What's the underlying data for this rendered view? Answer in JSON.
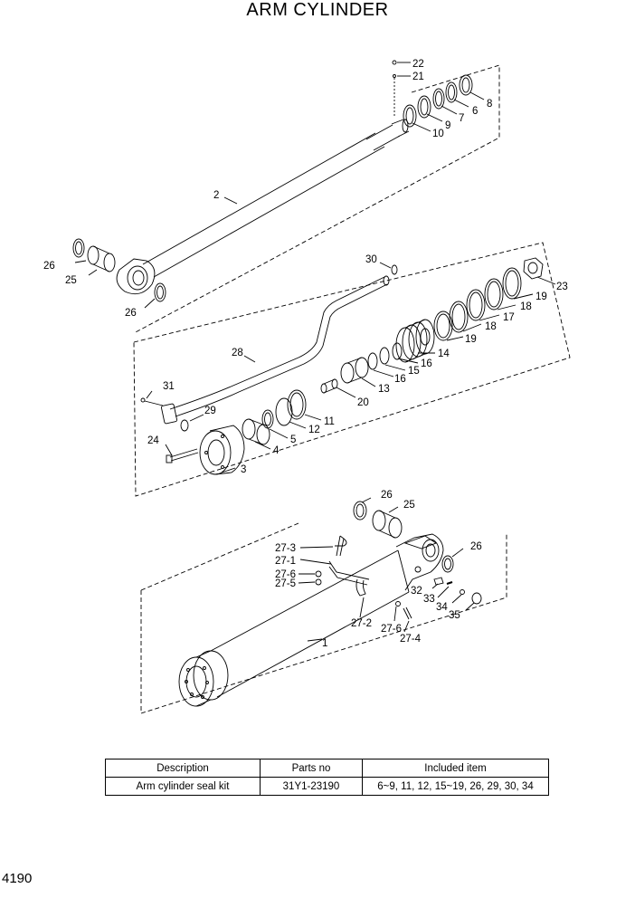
{
  "title": "ARM CYLINDER",
  "page_number": "4190",
  "callouts": {
    "c22": "22",
    "c21": "21",
    "c8": "8",
    "c6": "6",
    "c7": "7",
    "c9": "9",
    "c10": "10",
    "c2": "2",
    "c26a": "26",
    "c25a": "25",
    "c26b": "26",
    "c30": "30",
    "c23": "23",
    "c19a": "19",
    "c18a": "18",
    "c17": "17",
    "c19b": "19",
    "c18b": "18",
    "c14": "14",
    "c16a": "16",
    "c15": "15",
    "c16b": "16",
    "c13": "13",
    "c20": "20",
    "c11": "11",
    "c12": "12",
    "c5": "5",
    "c4": "4",
    "c3": "3",
    "c28": "28",
    "c31": "31",
    "c29": "29",
    "c24": "24",
    "c26c": "26",
    "c25b": "25",
    "c26d": "26",
    "c27_3": "27-3",
    "c27_1": "27-1",
    "c27_6a": "27-6",
    "c27_5": "27-5",
    "c32": "32",
    "c33": "33",
    "c34": "34",
    "c35": "35",
    "c27_2": "27-2",
    "c27_6b": "27-6",
    "c27_4": "27-4",
    "c1": "1"
  },
  "kit_table": {
    "headers": [
      "Description",
      "Parts no",
      "Included item"
    ],
    "rows": [
      [
        "Arm cylinder seal kit",
        "31Y1-23190",
        "6~9, 11, 12, 15~19, 26, 29, 30, 34"
      ]
    ]
  }
}
